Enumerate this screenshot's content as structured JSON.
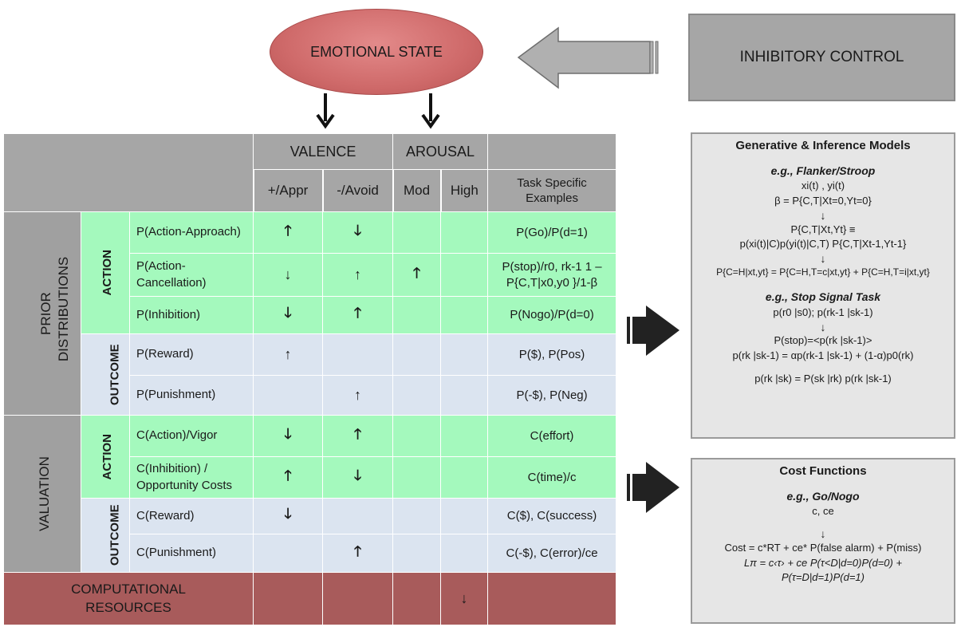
{
  "top": {
    "emotional_state": "EMOTIONAL STATE",
    "inhibitory_control": "INHIBITORY CONTROL"
  },
  "table": {
    "headers": {
      "valence": "VALENCE",
      "arousal": "AROUSAL",
      "appr": "+/Appr",
      "avoid": "-/Avoid",
      "mod": "Mod",
      "high": "High",
      "task_examples": "Task Specific Examples"
    },
    "groups": {
      "prior": "PRIOR DISTRIBUTIONS",
      "valuation": "VALUATION",
      "computational": "COMPUTATIONAL RESOURCES"
    },
    "subgroups": {
      "action": "ACTION",
      "outcome": "OUTCOME"
    },
    "rows": [
      {
        "label": "P(Action-Approach)",
        "appr": "🡑",
        "avoid": "🡓",
        "mod": "",
        "high": "",
        "example": "P(Go)/P(d=1)"
      },
      {
        "label": "P(Action-Cancellation)",
        "appr": "↓",
        "avoid": "↑",
        "mod": "🡑",
        "high": "",
        "example": "P(stop)/r0, rk-1 1 –P{C,T|x0,y0 }/1-β"
      },
      {
        "label": "P(Inhibition)",
        "appr": "🡓",
        "avoid": "🡑",
        "mod": "",
        "high": "",
        "example": "P(Nogo)/P(d=0)"
      },
      {
        "label": "P(Reward)",
        "appr": "↑",
        "avoid": "",
        "mod": "",
        "high": "",
        "example": "P($), P(Pos)"
      },
      {
        "label": "P(Punishment)",
        "appr": "",
        "avoid": "↑",
        "mod": "",
        "high": "",
        "example": "P(-$), P(Neg)"
      },
      {
        "label": "C(Action)/Vigor",
        "appr": "🡓",
        "avoid": "🡑",
        "mod": "",
        "high": "",
        "example": "C(effort)"
      },
      {
        "label": "C(Inhibition) / Opportunity Costs",
        "appr": "🡑",
        "avoid": "🡓",
        "mod": "",
        "high": "",
        "example": "C(time)/c"
      },
      {
        "label": "C(Reward)",
        "appr": "🡓",
        "avoid": "",
        "mod": "",
        "high": "",
        "example": "C($), C(success)"
      },
      {
        "label": "C(Punishment)",
        "appr": "",
        "avoid": "🡑",
        "mod": "",
        "high": "",
        "example": "C(-$), C(error)/ce"
      },
      {
        "label": "",
        "appr": "",
        "avoid": "",
        "mod": "",
        "high": "↓",
        "example": ""
      }
    ]
  },
  "generative": {
    "title": "Generative & Inference Models",
    "flanker_title": "e.g., Flanker/Stroop",
    "line_xy": "xi(t) , yi(t)",
    "line_beta": "β = P{C,T|Xt=0,Yt=0}",
    "line_pct": "P{C,T|Xt,Yt} ≡",
    "line_pct2": "p(xi(t)|C)p(yi(t)|C,T) P{C,T|Xt-1,Yt-1}",
    "line_pch": "P{C=H|xt,yt} = P{C=H,T=c|xt,yt} + P{C=H,T=i|xt,yt}",
    "stop_title": "e.g., Stop Signal Task",
    "line_pr0": "p(r0 |s0); p(rk-1 |sk-1)",
    "line_pstop": "P(stop)=<p(rk |sk-1)>",
    "line_prk": "p(rk |sk-1) = αp(rk-1 |sk-1) + (1-α)p0(rk)",
    "line_prksk": "p(rk |sk) = P(sk |rk) p(rk |sk-1)"
  },
  "cost": {
    "title": "Cost Functions",
    "gonogo_title": "e.g., Go/Nogo",
    "line_cce": "c, ce",
    "line_cost": "Cost = c*RT + ce* P(false alarm) + P(miss)",
    "line_lpi1": "Lπ = c‹τ› + ce P(τ<D|d=0)P(d=0) +",
    "line_lpi2": "P(τ=D|d=1)P(d=1)"
  },
  "colors": {
    "green": "#a4f9bd",
    "blue": "#dbe4f0",
    "gray": "#a6a6a6",
    "red": "#a85b5b",
    "ellipse": "#cf6a6a"
  }
}
